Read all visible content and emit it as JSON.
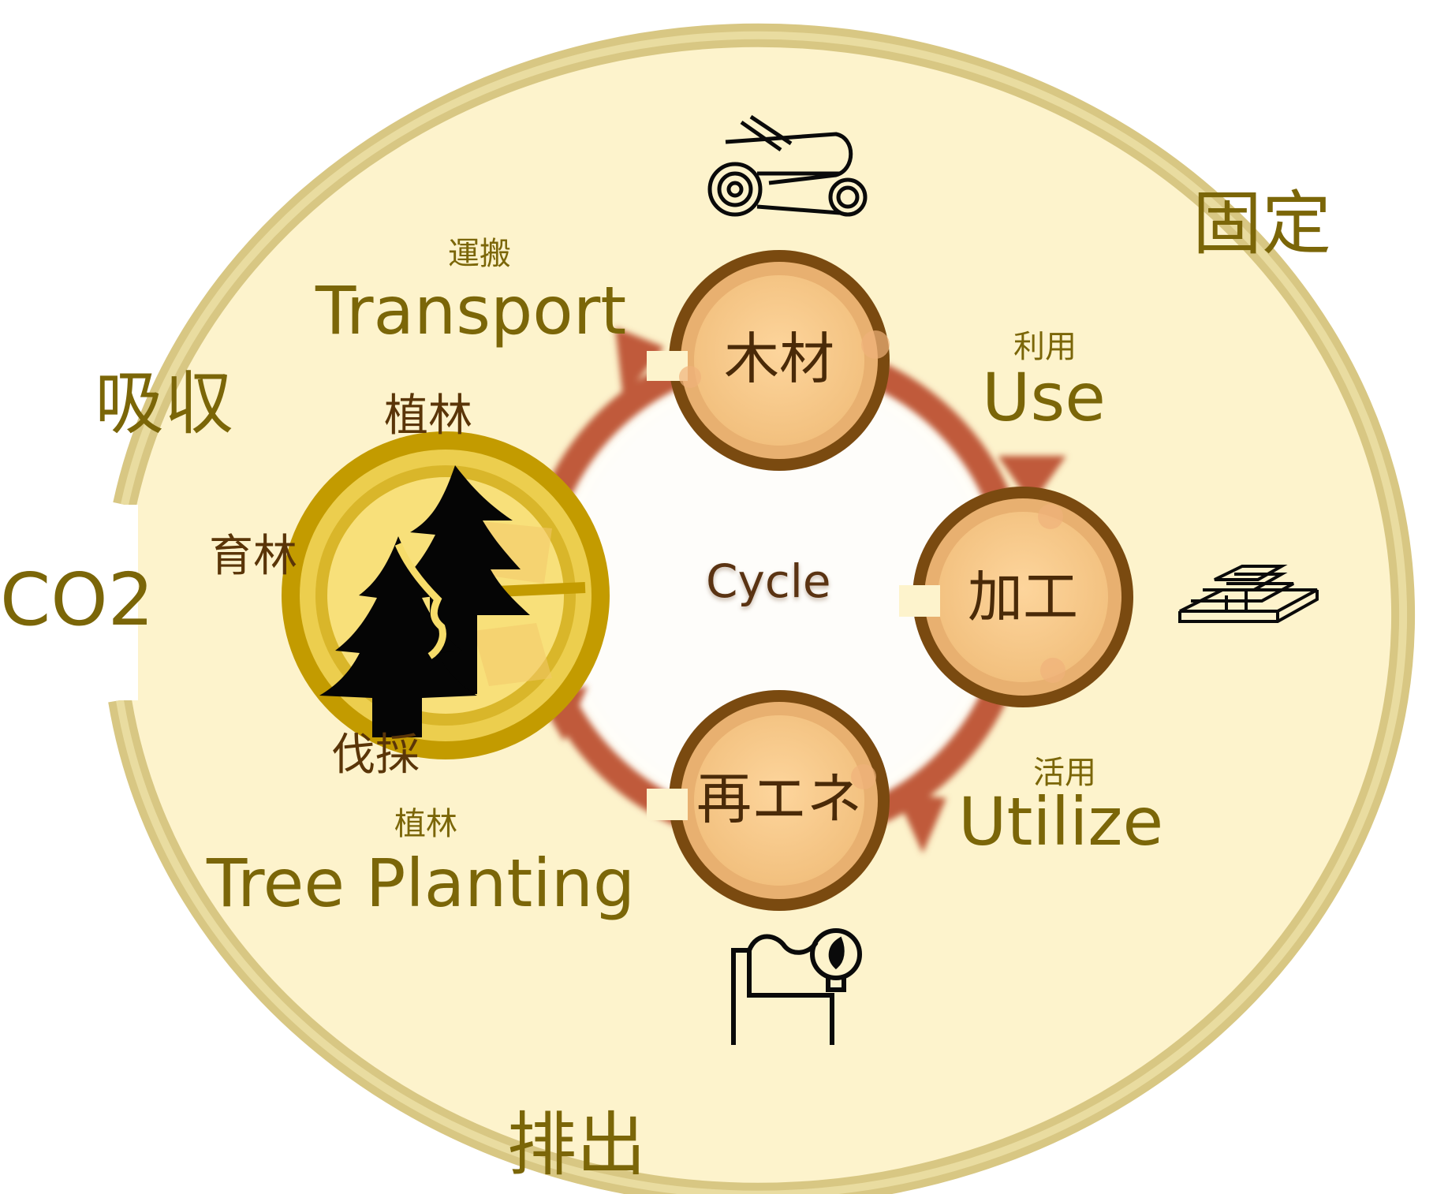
{
  "outer": {
    "co2": "CO2",
    "absorb": "吸収",
    "fix": "固定",
    "emit": "排出"
  },
  "forest": {
    "top": "植林",
    "left": "育林",
    "bottom": "伐採",
    "icon": "pine-trees-icon"
  },
  "center": {
    "label": "Cycle"
  },
  "nodes": {
    "wood": "木材",
    "processing": "加工",
    "renewable_energy": "再エネ"
  },
  "flows": {
    "transport_jp": "運搬",
    "transport_en": "Transport",
    "use_jp": "利用",
    "use_en": "Use",
    "utilize_jp": "活用",
    "utilize_en": "Utilize",
    "planting_jp": "植林",
    "planting_en": "Tree Planting"
  },
  "icons": [
    "logs-icon",
    "lumber-stack-icon",
    "eco-power-plant-icon"
  ],
  "colors": {
    "ring_outer": "#d9c98a",
    "disc_fill": "#fdf3cc",
    "olive_text": "#7b6608",
    "cycle_arrow": "#c05a3a",
    "node_ring": "#6b3e0c",
    "node_fill": "#f8cf96",
    "forest_ring": "#bf9a00",
    "forest_fill": "#f6dc6a"
  }
}
